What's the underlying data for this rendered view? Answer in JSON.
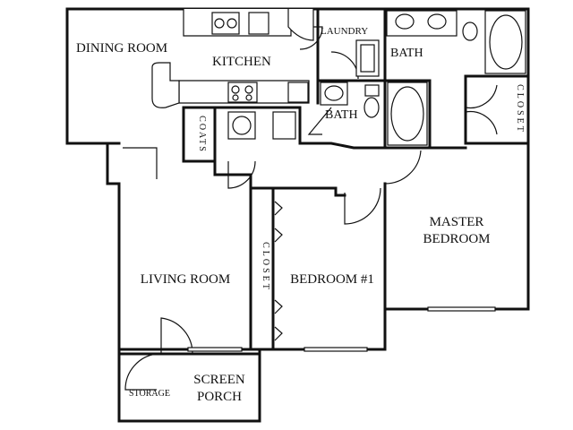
{
  "plan": {
    "rooms": {
      "dining": "DINING ROOM",
      "kitchen": "KITCHEN",
      "laundry": "LAUNDRY",
      "bath_top": "BATH",
      "bath_mid": "BATH",
      "coats": "COATS",
      "closet_right": "CLOSET",
      "master_line1": "MASTER",
      "master_line2": "BEDROOM",
      "closet_mid": "CLOSET",
      "living": "LIVING ROOM",
      "bedroom1": "BEDROOM #1",
      "storage": "STORAGE",
      "porch_line1": "SCREEN",
      "porch_line2": "PORCH"
    }
  }
}
